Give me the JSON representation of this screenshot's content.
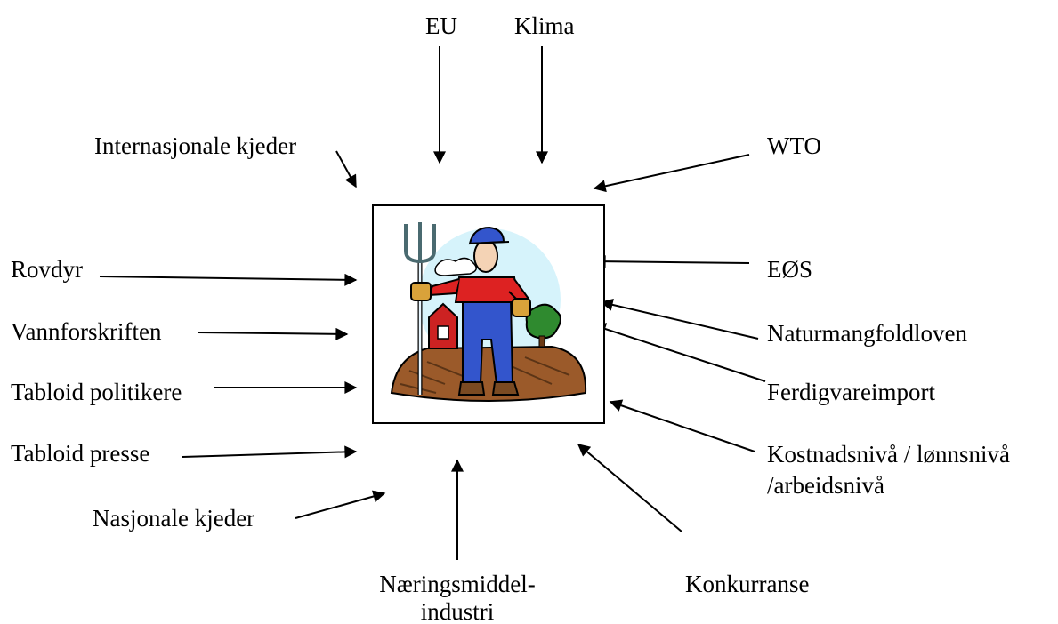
{
  "center": {
    "image": "farmer-with-pitchfork-illustration"
  },
  "labels": {
    "eu": "EU",
    "klima": "Klima",
    "internasjonale_kjeder": "Internasjonale kjeder",
    "wto": "WTO",
    "rovdyr": "Rovdyr",
    "eos": "EØS",
    "vannforskriften": "Vannforskriften",
    "naturmangfoldloven": "Naturmangfoldloven",
    "tabloid_politikere": "Tabloid politikere",
    "ferdigvareimport": "Ferdigvareimport",
    "tabloid_presse": "Tabloid presse",
    "kostnadsniva_line1": "Kostnadsnivå / lønnsnivå",
    "kostnadsniva_line2": "/arbeidsnivå",
    "nasjonale_kjeder": "Nasjonale kjeder",
    "naeringsmiddel_line1": "Næringsmiddel-",
    "naeringsmiddel_line2": "industri",
    "konkurranse": "Konkurranse"
  },
  "colors": {
    "stroke": "#000000",
    "overalls": "#3355cc",
    "shirt": "#dd2222",
    "soil": "#9b5a2a",
    "sky": "#d6f3fb"
  }
}
